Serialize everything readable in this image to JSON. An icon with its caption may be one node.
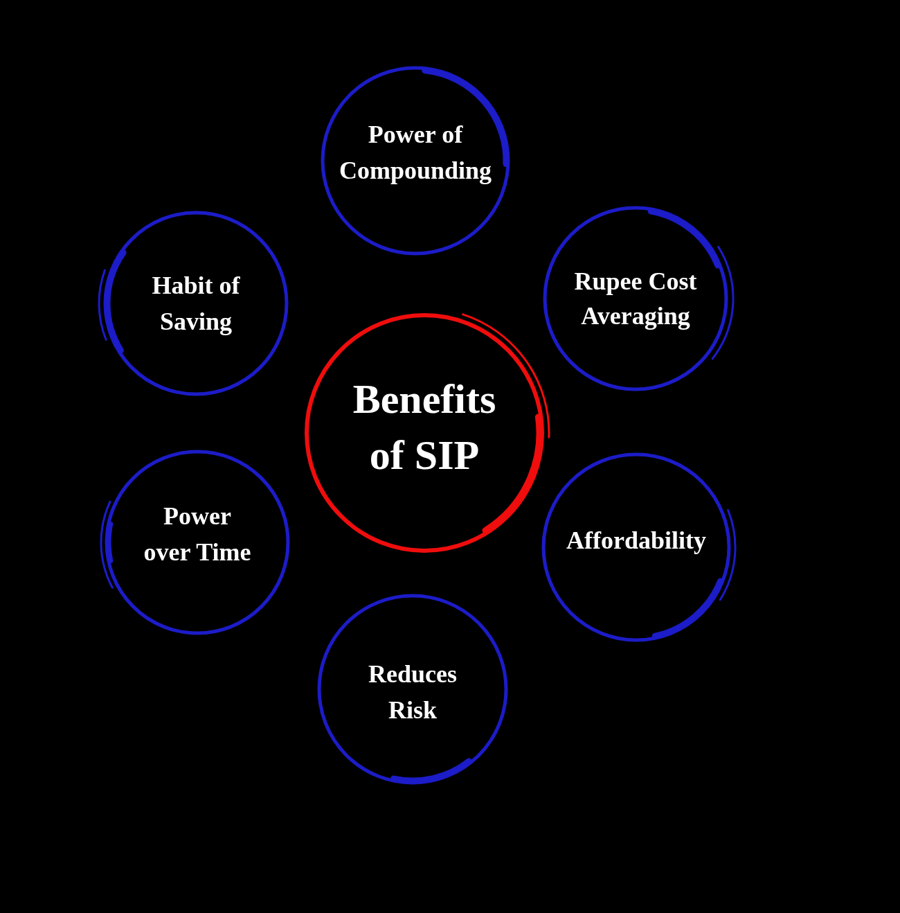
{
  "diagram": {
    "nodes": [
      {
        "text": [
          "Benefits of SIP"
        ]
      },
      {
        "text": [
          "Power of Compounding"
        ]
      },
      {
        "text": [
          "Rupee Cost Averaging"
        ]
      },
      {
        "text": [
          "Affordability"
        ]
      },
      {
        "text": [
          "Reduces Risk"
        ]
      },
      {
        "text": [
          "Power over Time"
        ]
      },
      {
        "text": [
          "Habit of Saving"
        ]
      }
    ]
  }
}
